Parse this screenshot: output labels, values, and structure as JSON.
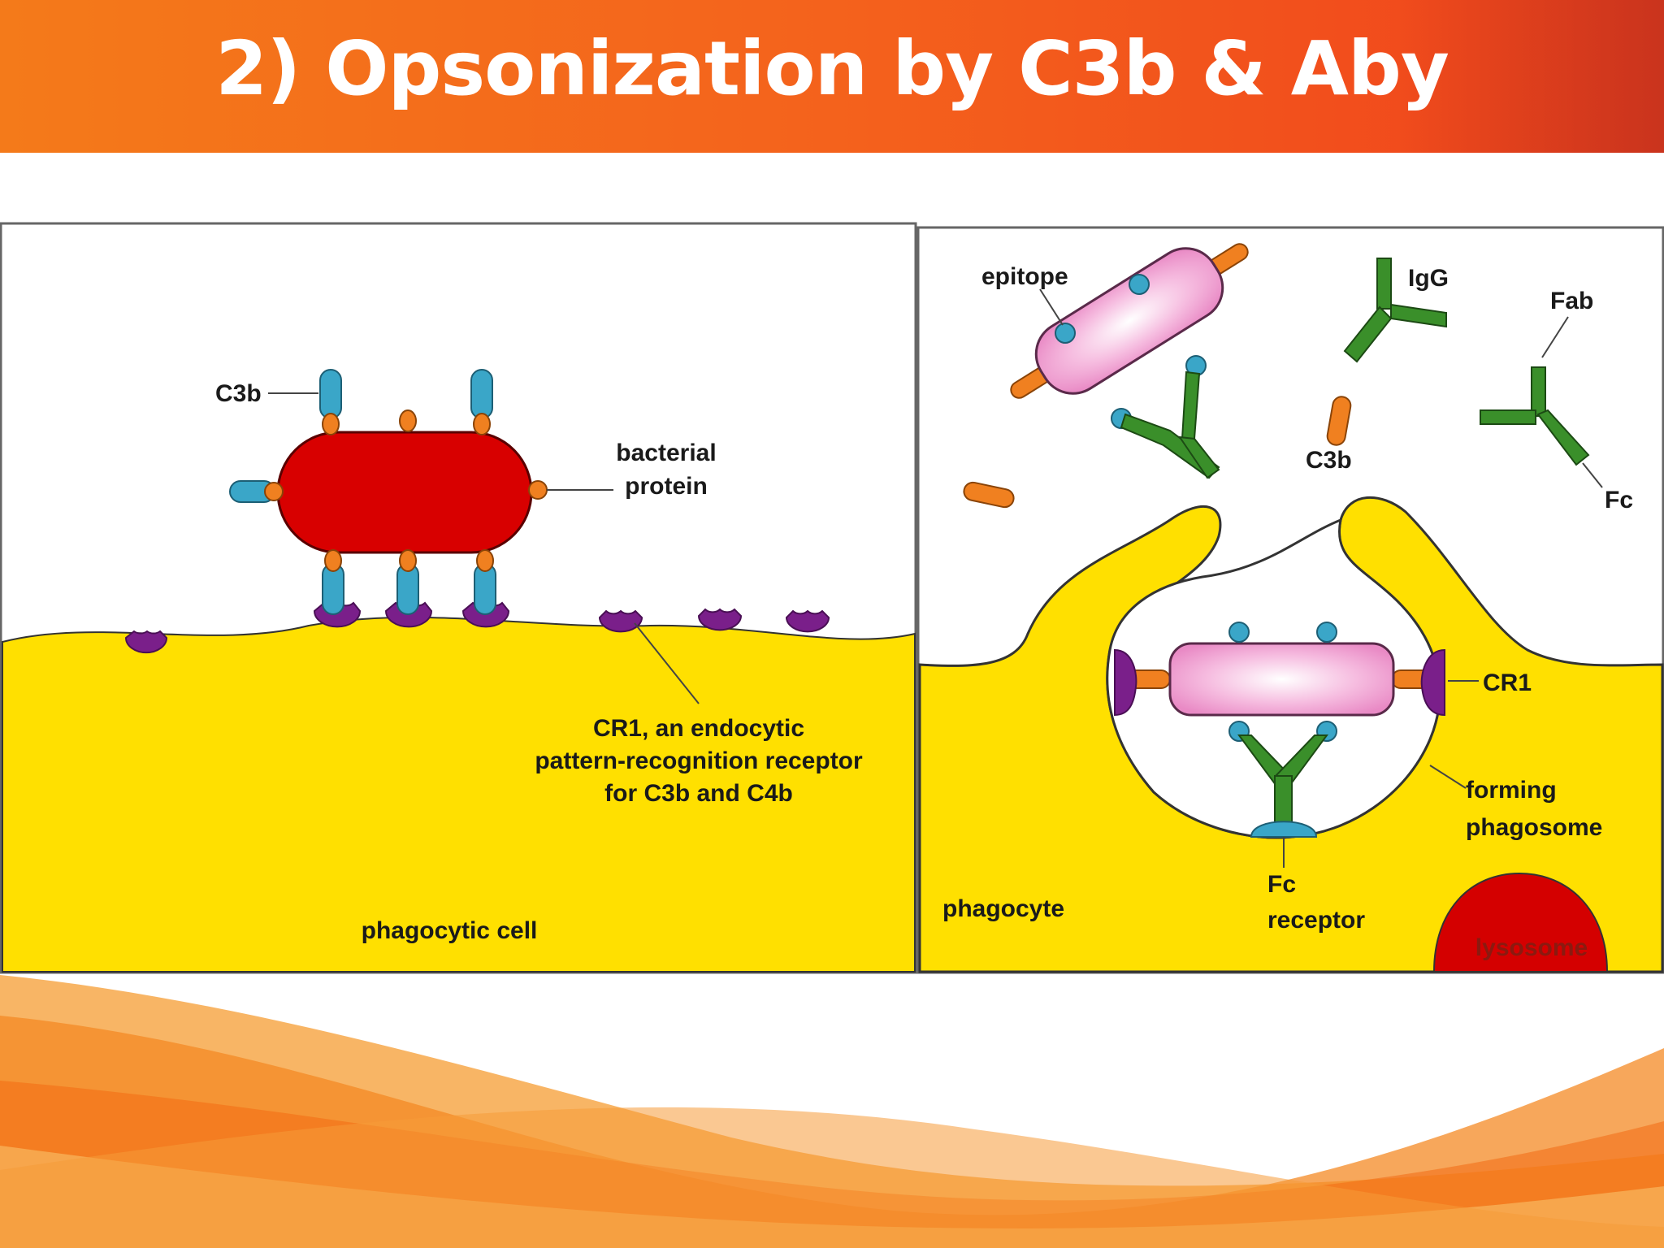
{
  "slide": {
    "title": "2) Opsonization by C3b & Aby"
  },
  "left_panel": {
    "labels": {
      "c3b": "C3b",
      "bacterial_protein_line1": "bacterial",
      "bacterial_protein_line2": "protein",
      "cr1_line1": "CR1, an endocytic",
      "cr1_line2": "pattern-recognition receptor",
      "cr1_line3": "for C3b and C4b",
      "cell": "phagocytic cell"
    }
  },
  "right_panel": {
    "labels": {
      "epitope": "epitope",
      "igg": "IgG",
      "fab": "Fab",
      "c3b": "C3b",
      "fc": "Fc",
      "cr1": "CR1",
      "forming_line1": "forming",
      "forming_line2": "phagosome",
      "fc_receptor_line1": "Fc",
      "fc_receptor_line2": "receptor",
      "phagocyte": "phagocyte",
      "lysosome": "lysosome"
    }
  },
  "colors": {
    "header_orange": "#f4621c",
    "cell_yellow": "#ffe000",
    "bacterium_red": "#d80000",
    "c3b_blue": "#3aa6c8",
    "c3b_orange": "#f08020",
    "cr1_purple": "#7a1f8a",
    "antibody_green": "#3a8f2a",
    "antigen_pink": "#f2a6d0"
  }
}
